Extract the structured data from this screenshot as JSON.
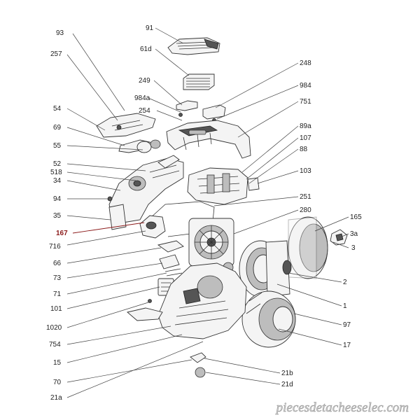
{
  "diagram": {
    "callouts": {
      "c93": "93",
      "c91": "91",
      "c257": "257",
      "c61d": "61d",
      "c249": "249",
      "c248": "248",
      "c984a": "984a",
      "c984": "984",
      "c54": "54",
      "c254": "254",
      "c751": "751",
      "c69": "69",
      "c89a": "89a",
      "c107": "107",
      "c55": "55",
      "c88": "88",
      "c52": "52",
      "c103": "103",
      "c518": "518",
      "c34": "34",
      "c94": "94",
      "c251": "251",
      "c280": "280",
      "c35": "35",
      "c165": "165",
      "c167": "167",
      "c3a": "3a",
      "c716": "716",
      "c3": "3",
      "c66": "66",
      "c73": "73",
      "c2": "2",
      "c71": "71",
      "c1": "1",
      "c101": "101",
      "c97": "97",
      "c1020": "1020",
      "c17": "17",
      "c754": "754",
      "c15": "15",
      "c21b": "21b",
      "c70": "70",
      "c21d": "21d",
      "c21a": "21a"
    },
    "highlight_color": "#8b1a1a"
  },
  "watermark": {
    "text": "piecesdetacheeselec.com"
  }
}
